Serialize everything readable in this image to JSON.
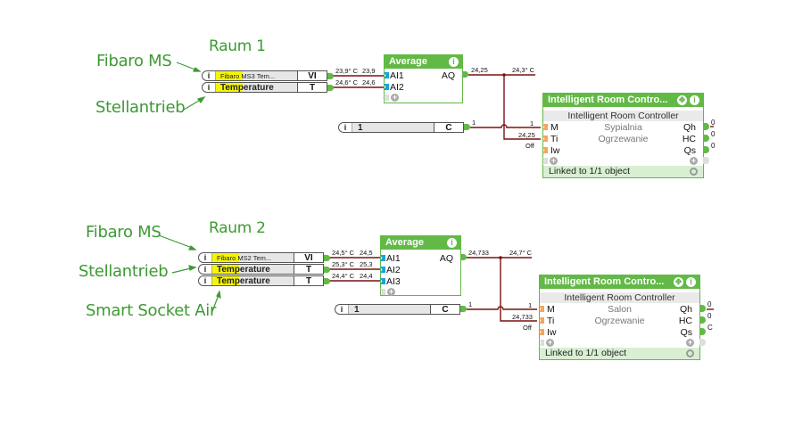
{
  "annotations": {
    "room1": {
      "title": "Raum 1",
      "labels": [
        "Fibaro MS",
        "Stellantrieb"
      ]
    },
    "room2": {
      "title": "Raum 2",
      "labels": [
        "Fibaro MS",
        "Stellantrieb",
        "Smart Socket Air"
      ]
    }
  },
  "room1": {
    "inputs": [
      {
        "info": "i",
        "name": "Fibaro MS3 Tem...",
        "tag": "VI",
        "value": "23,9° C",
        "raw": "23,9"
      },
      {
        "info": "i",
        "name": "Temperature",
        "tag": "T",
        "value": "24,6° C",
        "raw": "24,6"
      }
    ],
    "average": {
      "title": "Average",
      "info": "i",
      "inputs": [
        "AI1",
        "AI2"
      ],
      "output": "AQ",
      "out_value": "24,25",
      "out_display": "24,3° C"
    },
    "constant": {
      "info": "i",
      "value": "1",
      "tag": "C",
      "out_value": "1"
    },
    "irc": {
      "title": "Intelligent Room Contro...",
      "subtitle": "Intelligent Room Controller",
      "room": "Sypialnia",
      "mode": "Ogrzewanie",
      "inputs": [
        {
          "label": "M",
          "value": "1"
        },
        {
          "label": "Ti",
          "value": "24,25"
        },
        {
          "label": "Iw",
          "value": "Off"
        }
      ],
      "outputs": [
        {
          "label": "Qh",
          "value": "0"
        },
        {
          "label": "HC",
          "value": "0"
        },
        {
          "label": "Qs",
          "value": "0"
        }
      ],
      "footer": "Linked to 1/1 object"
    }
  },
  "room2": {
    "inputs": [
      {
        "info": "i",
        "name": "Fibaro MS2 Tem...",
        "tag": "VI",
        "value": "24,5° C",
        "raw": "24,5"
      },
      {
        "info": "i",
        "name": "Temperature",
        "tag": "T",
        "value": "25,3° C",
        "raw": "25,3"
      },
      {
        "info": "i",
        "name": "Temperature",
        "tag": "T",
        "value": "24,4° C",
        "raw": "24,4"
      }
    ],
    "average": {
      "title": "Average",
      "info": "i",
      "inputs": [
        "AI1",
        "AI2",
        "AI3"
      ],
      "output": "AQ",
      "out_value": "24,733",
      "out_display": "24,7° C"
    },
    "constant": {
      "info": "i",
      "value": "1",
      "tag": "C",
      "out_value": "1"
    },
    "irc": {
      "title": "Intelligent Room Contro...",
      "subtitle": "Intelligent Room Controller",
      "room": "Salon",
      "mode": "Ogrzewanie",
      "inputs": [
        {
          "label": "M",
          "value": "1"
        },
        {
          "label": "Ti",
          "value": "24,733"
        },
        {
          "label": "Iw",
          "value": "Off"
        }
      ],
      "outputs": [
        {
          "label": "Qh",
          "value": "0"
        },
        {
          "label": "HC",
          "value": "0"
        },
        {
          "label": "Qs",
          "value": "C"
        }
      ],
      "footer": "Linked to 1/1 object"
    }
  },
  "colors": {
    "block_green": "#62b946",
    "wire": "#7a1010",
    "annotation_green": "#3d9a33",
    "highlight_yellow": "#f5f500",
    "input_pin_blue": "#1aa3d9",
    "input_pin_orange": "#f5a55a"
  }
}
